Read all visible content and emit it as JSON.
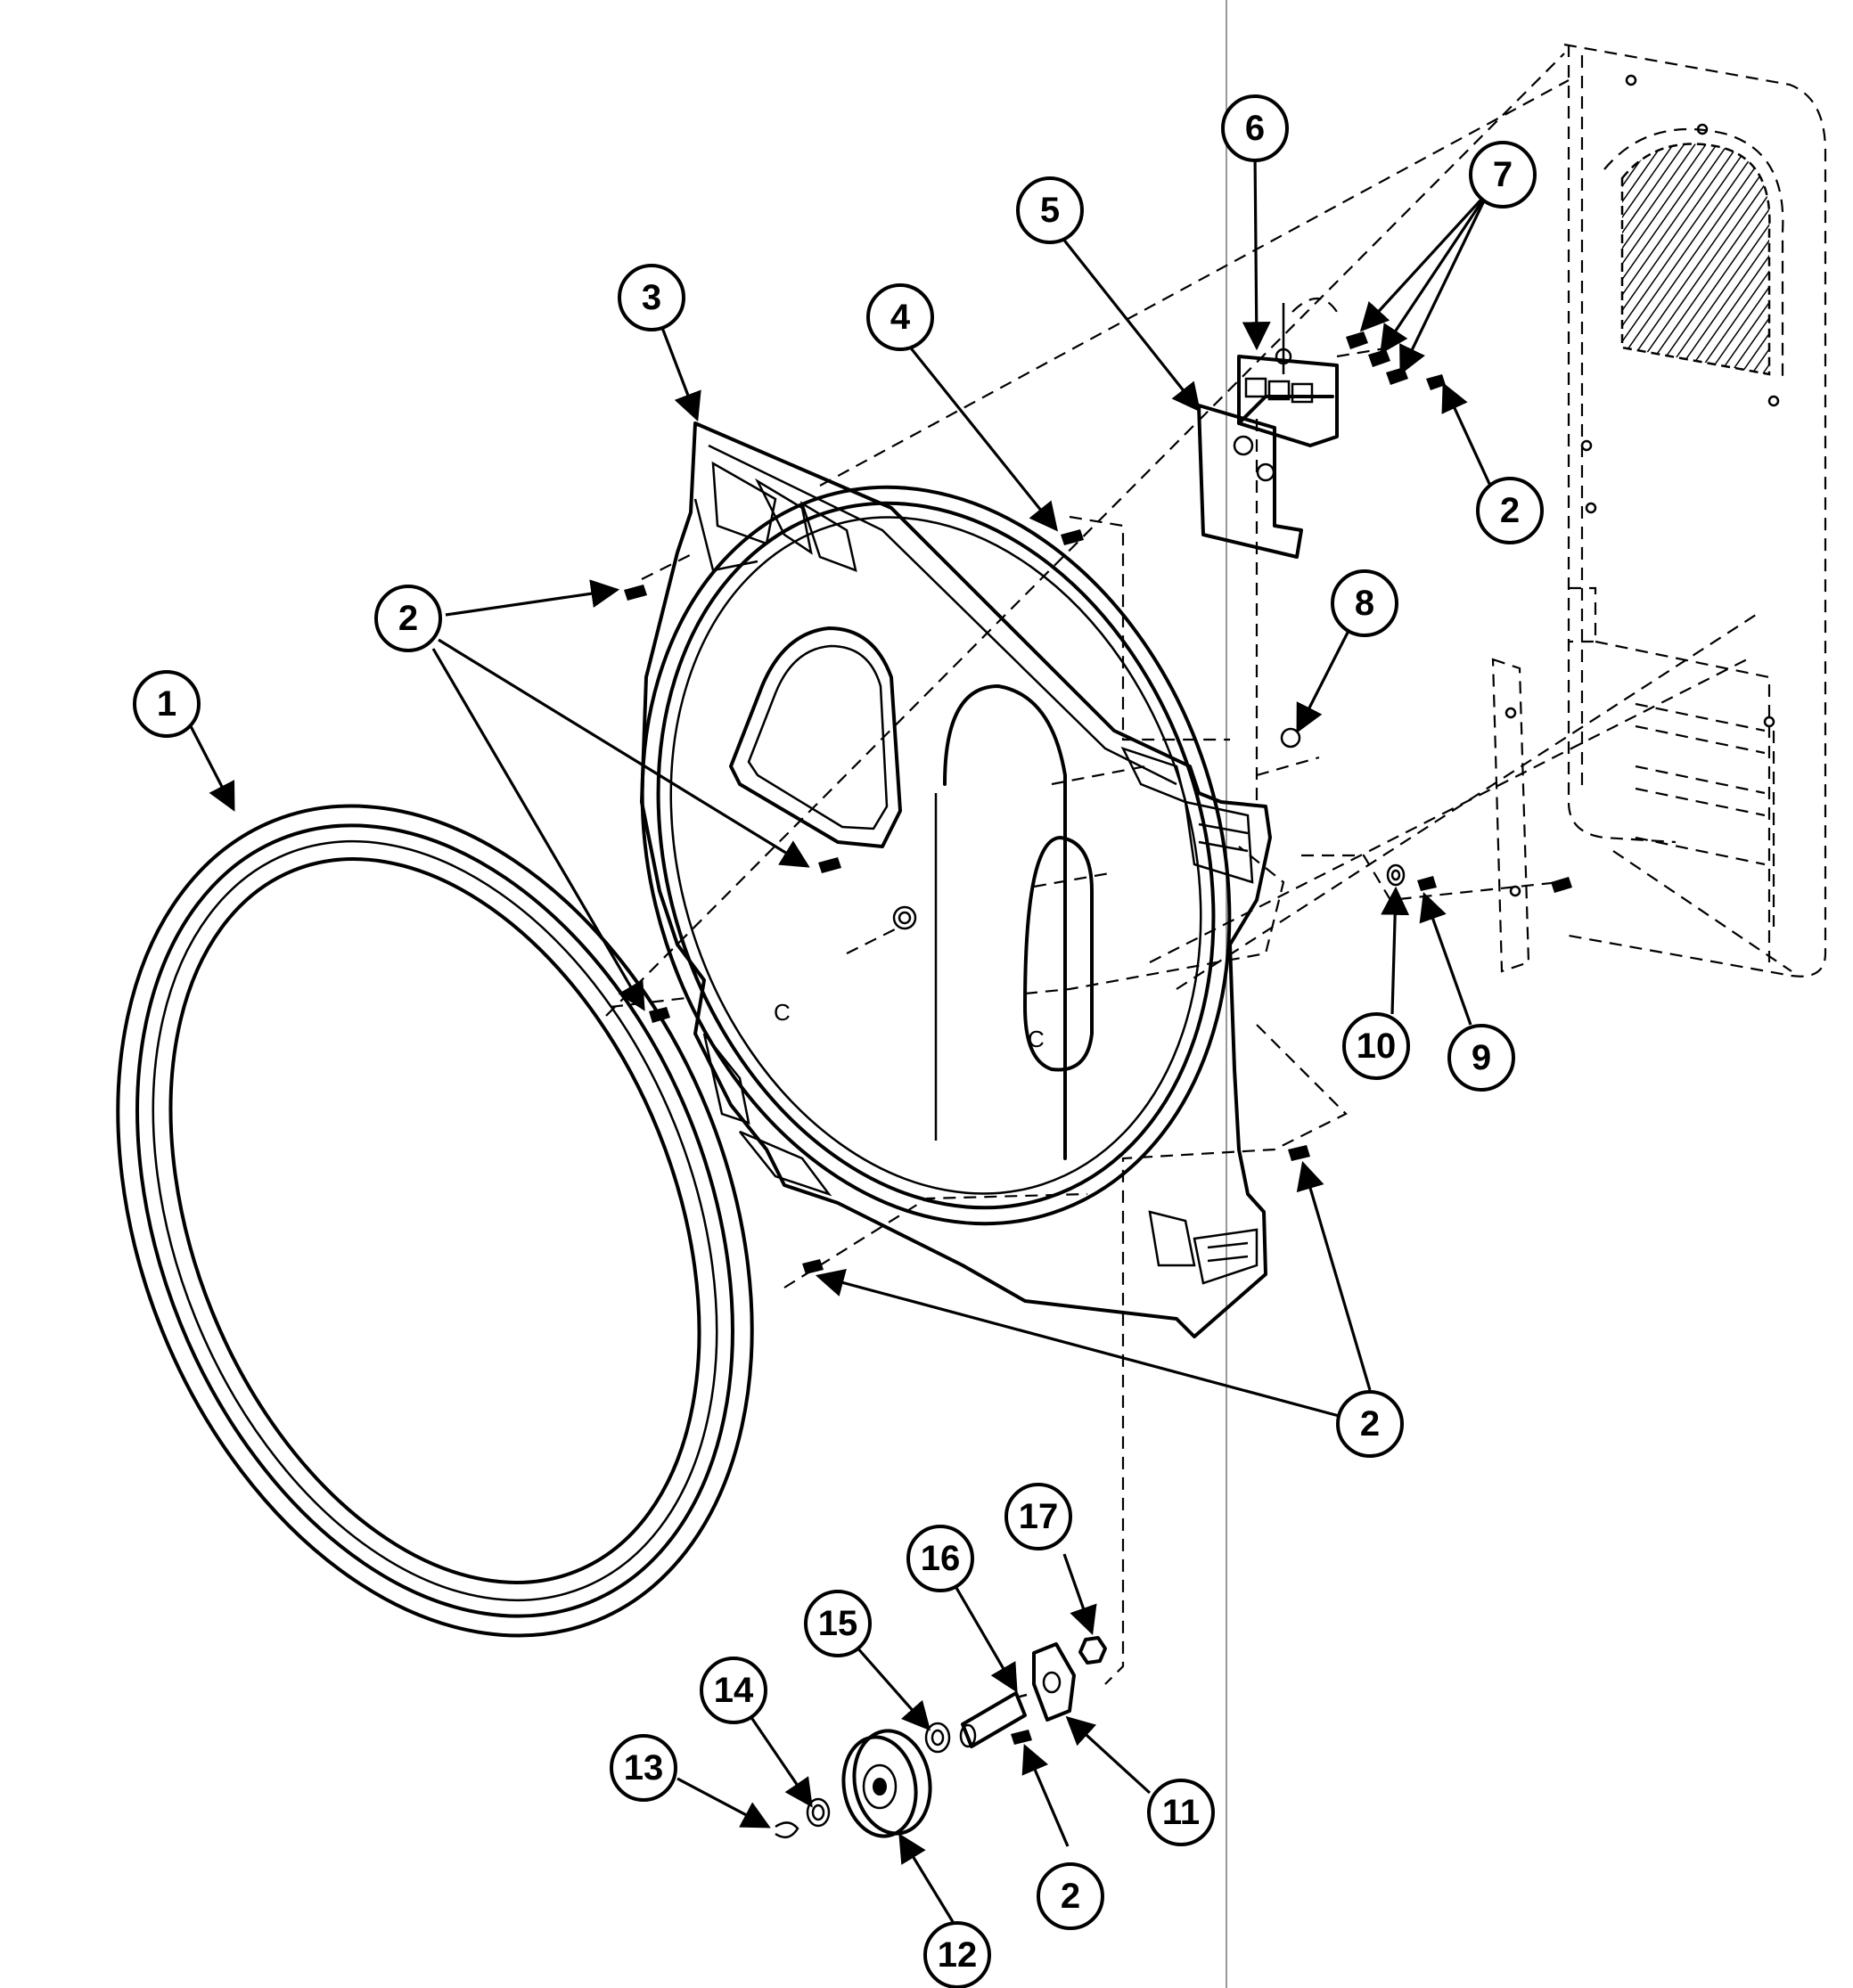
{
  "diagram": {
    "callouts": [
      {
        "id": "c1",
        "label": "1"
      },
      {
        "id": "c2a",
        "label": "2"
      },
      {
        "id": "c2b",
        "label": "2"
      },
      {
        "id": "c2c",
        "label": "2"
      },
      {
        "id": "c2d",
        "label": "2"
      },
      {
        "id": "c3",
        "label": "3"
      },
      {
        "id": "c4",
        "label": "4"
      },
      {
        "id": "c5",
        "label": "5"
      },
      {
        "id": "c6",
        "label": "6"
      },
      {
        "id": "c7",
        "label": "7"
      },
      {
        "id": "c8",
        "label": "8"
      },
      {
        "id": "c9",
        "label": "9"
      },
      {
        "id": "c10",
        "label": "10"
      },
      {
        "id": "c11",
        "label": "11"
      },
      {
        "id": "c12",
        "label": "12"
      },
      {
        "id": "c13",
        "label": "13"
      },
      {
        "id": "c14",
        "label": "14"
      },
      {
        "id": "c15",
        "label": "15"
      },
      {
        "id": "c16",
        "label": "16"
      },
      {
        "id": "c17",
        "label": "17"
      }
    ],
    "bulkhead_markings": [
      "C",
      "C"
    ]
  }
}
